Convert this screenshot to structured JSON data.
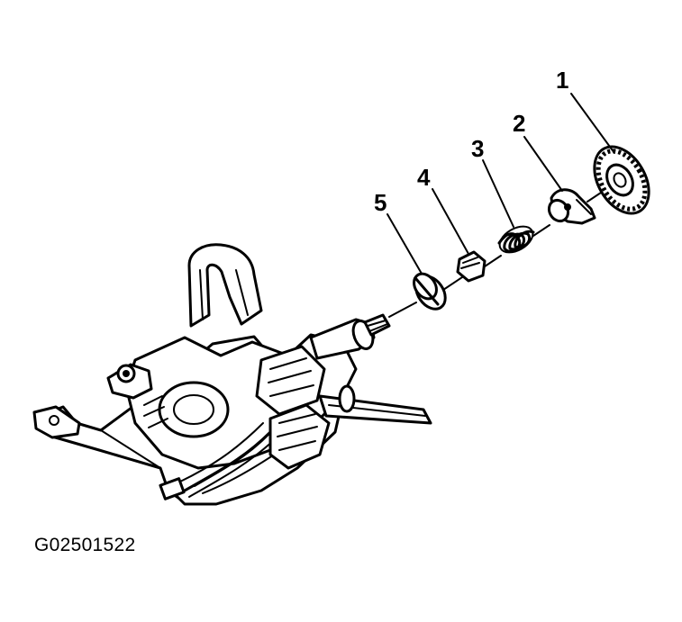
{
  "figure_id": "G02501522",
  "callouts": [
    {
      "id": "1",
      "label": "1"
    },
    {
      "id": "2",
      "label": "2"
    },
    {
      "id": "3",
      "label": "3"
    },
    {
      "id": "4",
      "label": "4"
    },
    {
      "id": "5",
      "label": "5"
    }
  ]
}
